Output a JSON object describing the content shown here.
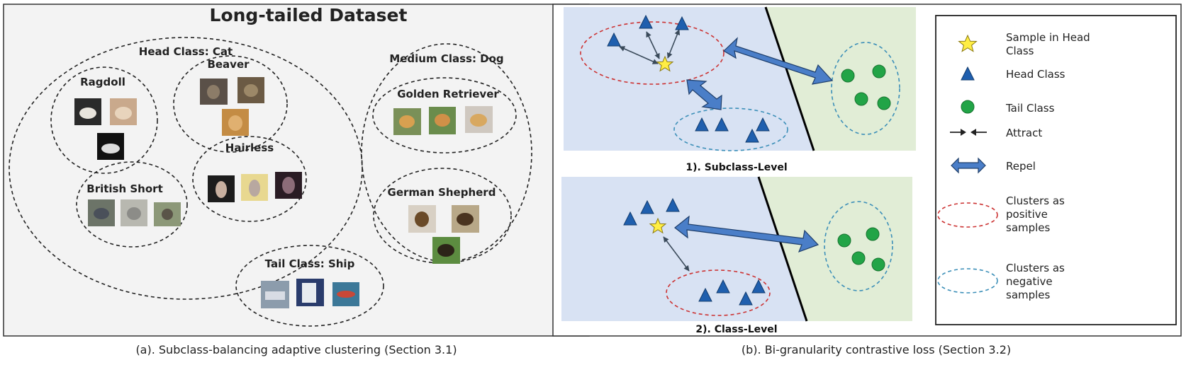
{
  "left_panel": {
    "title": "Long-tailed Dataset",
    "head_class": {
      "label": "Head Class: Cat",
      "subclasses": [
        "Ragdoll",
        "Beaver",
        "Hairless",
        "British Short"
      ]
    },
    "medium_class": {
      "label": "Medium Class: Dog",
      "subclasses": [
        "Golden Retriever",
        "German Shepherd"
      ]
    },
    "tail_class": {
      "label": "Tail Class: Ship"
    },
    "caption": "(a). Subclass-balancing adaptive clustering (Section 3.1)"
  },
  "right_panel": {
    "subclass_level_label": "1). Subclass-Level",
    "class_level_label": "2). Class-Level",
    "caption": "(b). Bi-granularity contrastive loss (Section 3.2)"
  },
  "legend": {
    "items": [
      {
        "icon": "star-icon",
        "lines": [
          "Sample in Head",
          "Class"
        ]
      },
      {
        "icon": "triangle-icon",
        "lines": [
          "Head Class"
        ]
      },
      {
        "icon": "circle-icon",
        "lines": [
          "Tail Class"
        ]
      },
      {
        "icon": "attract-arrows-icon",
        "lines": [
          "Attract"
        ]
      },
      {
        "icon": "repel-arrow-icon",
        "lines": [
          "Repel"
        ]
      },
      {
        "icon": "red-dashed-ellipse-icon",
        "lines": [
          "Clusters as",
          "positive",
          "samples"
        ]
      },
      {
        "icon": "blue-dashed-ellipse-icon",
        "lines": [
          "Clusters as",
          "negative",
          "samples"
        ]
      }
    ]
  },
  "colors": {
    "head_fill": "#b3c7e6",
    "medium_fill": "#fde4a0",
    "tail_fill": "#c9e3b1",
    "panel_bg": "#f3f3f3",
    "scene_left_bg": "#d8e2f3",
    "scene_right_bg": "#e1edd6",
    "triangle": "#1f5fae",
    "circle": "#22a447",
    "star": "#ffee44",
    "positive_cluster": "#cc3333",
    "negative_cluster": "#3c8fb8"
  }
}
